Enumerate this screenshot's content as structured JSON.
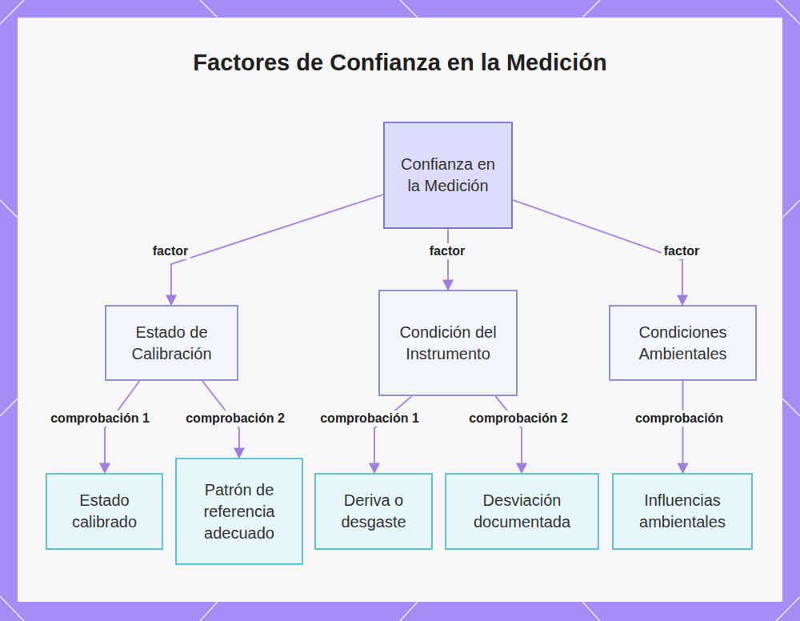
{
  "diagram": {
    "title": "Factores de Confianza en la Medición",
    "nodes": [
      {
        "text": [
          "Confianza en la Medición"
        ]
      },
      {
        "text": [
          "Estado de Calibración"
        ]
      },
      {
        "text": [
          "Condición del Instrumento"
        ]
      },
      {
        "text": [
          "Condiciones Ambientales"
        ]
      },
      {
        "text": [
          "Estado calibrado"
        ]
      },
      {
        "text": [
          "Patrón de referencia adecuado"
        ]
      },
      {
        "text": [
          "Deriva o desgaste"
        ]
      },
      {
        "text": [
          "Desviación documentada"
        ]
      },
      {
        "text": [
          "Influencias ambientales"
        ]
      }
    ],
    "edges": [
      {
        "from": 0,
        "to": 1,
        "label": "factor",
        "arrow": "to"
      },
      {
        "from": 0,
        "to": 2,
        "label": "factor",
        "arrow": "to"
      },
      {
        "from": 0,
        "to": 3,
        "label": "factor",
        "arrow": "to"
      },
      {
        "from": 1,
        "to": 4,
        "label": "comprobación 1",
        "arrow": "to"
      },
      {
        "from": 1,
        "to": 5,
        "label": "comprobación 2",
        "arrow": "to"
      },
      {
        "from": 2,
        "to": 6,
        "label": "comprobación 1",
        "arrow": "to"
      },
      {
        "from": 2,
        "to": 7,
        "label": "comprobación 2",
        "arrow": "to"
      },
      {
        "from": 3,
        "to": 8,
        "label": "comprobación",
        "arrow": "to"
      }
    ]
  }
}
